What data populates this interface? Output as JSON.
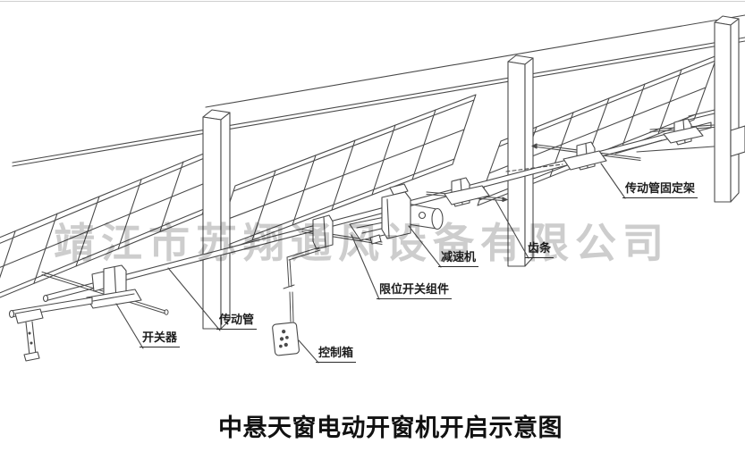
{
  "page": {
    "background": "#ffffff"
  },
  "diagram": {
    "title": "中悬天窗电动开窗机开启示意图",
    "watermark": "靖江市苏翔通风设备有限公司",
    "callouts": [
      {
        "id": "switch-opener",
        "text": "开关器"
      },
      {
        "id": "drive-pipe",
        "text": "传动管"
      },
      {
        "id": "control-box",
        "text": "控制箱"
      },
      {
        "id": "limit-switch-assembly",
        "text": "限位开关组件"
      },
      {
        "id": "gear-reducer",
        "text": "减速机"
      },
      {
        "id": "rack",
        "text": "齿条"
      },
      {
        "id": "drive-pipe-bracket",
        "text": "传动管固定架"
      }
    ],
    "colors": {
      "line": "#4a4a4a",
      "watermark": "#cdcdcd",
      "text": "#1c1c1c"
    }
  }
}
